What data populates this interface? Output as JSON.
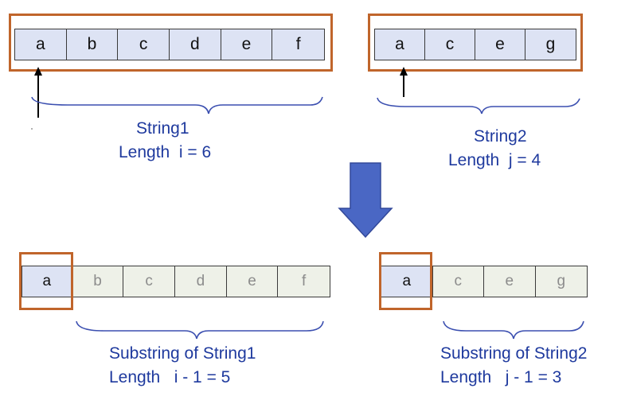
{
  "colors": {
    "cell_fill": "#dde3f4",
    "dim_cell_fill": "#eef1e8",
    "frame": "#c0652b",
    "label_text": "#1f3a9e",
    "arrow_fill": "#4a67c4"
  },
  "string1": {
    "chars": [
      "a",
      "b",
      "c",
      "d",
      "e",
      "f"
    ],
    "name": "String1",
    "length_label": "Length  i = 6"
  },
  "string2": {
    "chars": [
      "a",
      "c",
      "e",
      "g"
    ],
    "name": "String2",
    "length_label": "Length  j = 4"
  },
  "substring1": {
    "first": "a",
    "rest": [
      "b",
      "c",
      "d",
      "e",
      "f"
    ],
    "name": "Substring of String1",
    "length_label": "Length   i - 1 = 5"
  },
  "substring2": {
    "first": "a",
    "rest": [
      "c",
      "e",
      "g"
    ],
    "name": "Substring of String2",
    "length_label": "Length   j - 1 = 3"
  },
  "icons": {
    "pointer": "up-arrow-icon",
    "transition": "down-arrow-icon"
  }
}
